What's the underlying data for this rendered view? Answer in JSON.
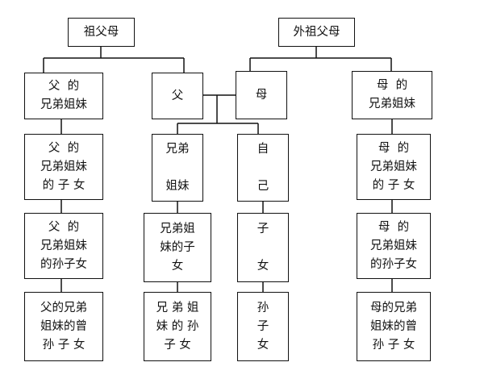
{
  "colors": {
    "line": "#111111",
    "text": "#111111",
    "background": "#ffffff"
  },
  "nodes": {
    "grandparents_paternal": "祖父母",
    "grandparents_maternal": "外祖父母",
    "father_siblings": "父  的\n兄弟姐妹",
    "father": "父",
    "mother": "母",
    "mother_siblings": "母  的\n兄弟姐妹",
    "father_siblings_children": "父  的\n兄弟姐妹\n的 子 女",
    "siblings": "兄弟\n\n姐妹",
    "self": "自\n\n己",
    "mother_siblings_children": "母  的\n兄弟姐妹\n的 子 女",
    "father_siblings_grandchildren": "父  的\n兄弟姐妹\n的孙子女",
    "siblings_children": "兄弟姐\n妹的子\n女",
    "children": "子\n\n女",
    "mother_siblings_grandchildren": "母  的\n兄弟姐妹\n的孙子女",
    "father_siblings_great_grandchildren": "父的兄弟\n姐妹的曾\n孙 子 女",
    "siblings_grandchildren": "兄 弟 姐\n妹 的 孙\n子 女",
    "grandchildren": "孙\n子\n女",
    "mother_siblings_great_grandchildren": "母的兄弟\n姐妹的曾\n孙 子 女"
  }
}
